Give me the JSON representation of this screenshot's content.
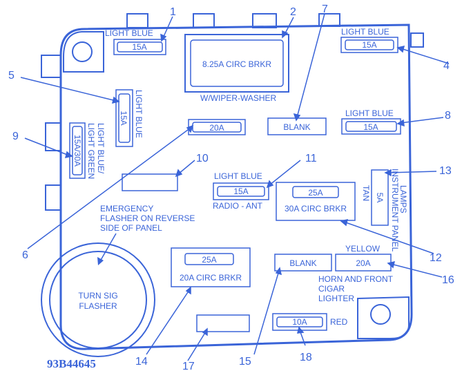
{
  "colors": {
    "ink": "#3a64d8",
    "background": "#ffffff"
  },
  "callouts": [
    "1",
    "2",
    "7",
    "4",
    "5",
    "8",
    "9",
    "10",
    "11",
    "13",
    "6",
    "12",
    "16",
    "14",
    "17",
    "15",
    "18"
  ],
  "labels": {
    "light_blue_1": "LIGHT BLUE",
    "light_blue_4": "LIGHT BLUE",
    "light_blue_5": "LIGHT BLUE",
    "light_blue_8": "LIGHT BLUE",
    "light_blue_11": "LIGHT BLUE",
    "light_blue_9": "LIGHT BLUE/",
    "light_green_9": "LIGHT GREEN",
    "wiper": "W/WIPER-WASHER",
    "radio": "RADIO - ANT",
    "tan": "TAN",
    "instrument_1": "INSTRUMENT PANEL",
    "instrument_2": "LAMPS",
    "emergency_1": "EMERGENCY",
    "emergency_2": "FLASHER ON REVERSE",
    "emergency_3": "SIDE OF PANEL",
    "turn_1": "TURN SIG",
    "turn_2": "FLASHER",
    "yellow": "YELLOW",
    "horn_1": "HORN AND FRONT",
    "horn_2": "CIGAR",
    "horn_3": "LIGHTER",
    "red": "RED",
    "code": "93B44645"
  },
  "fuses": {
    "f1": "15A",
    "f2": "8.25A CIRC BRKR",
    "f4": "15A",
    "f5": "15A",
    "f6": "20A",
    "f7": "BLANK",
    "f8": "15A",
    "f9": "15A/30A",
    "f11": "15A",
    "f12_top": "25A",
    "f12_bottom": "30A CIRC BRKR",
    "f13": "5A",
    "f14_top": "25A",
    "f14_bottom": "20A CIRC BRKR",
    "f15": "BLANK",
    "f16": "20A",
    "f18": "10A"
  }
}
